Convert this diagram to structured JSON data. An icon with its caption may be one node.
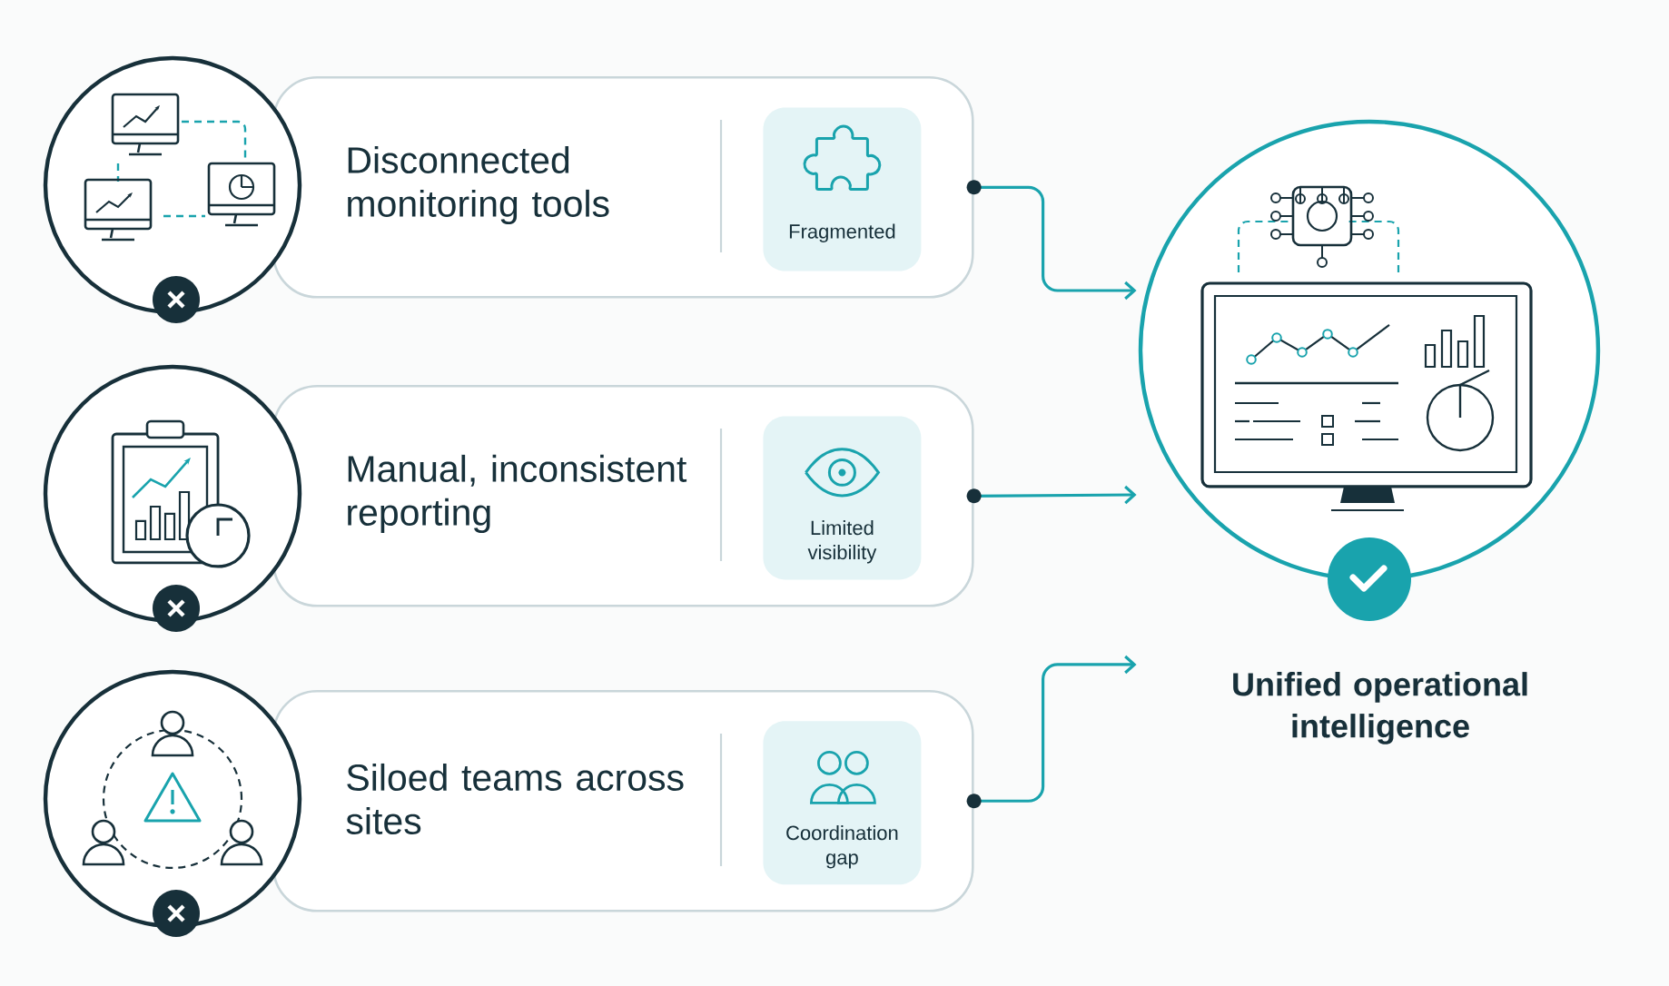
{
  "diagram": {
    "nodes": [
      {
        "text": [
          "Disconnected monitoring tools"
        ]
      },
      {
        "text": [
          "Fragmented"
        ],
        "in": 0
      },
      {
        "text": [
          "Manual, inconsistent reporting"
        ]
      },
      {
        "text": [
          "Limited visibility"
        ],
        "in": 2
      },
      {
        "text": [
          "Siloed teams across sites"
        ]
      },
      {
        "text": [
          "Coordination gap"
        ],
        "in": 4
      },
      {
        "text": [
          "Unified operational intelligence"
        ]
      }
    ],
    "edges": [
      {
        "from": 0,
        "to": 6,
        "arrow": "to"
      },
      {
        "from": 2,
        "to": 6,
        "arrow": "to"
      },
      {
        "from": 4,
        "to": 6,
        "arrow": "to"
      }
    ]
  }
}
